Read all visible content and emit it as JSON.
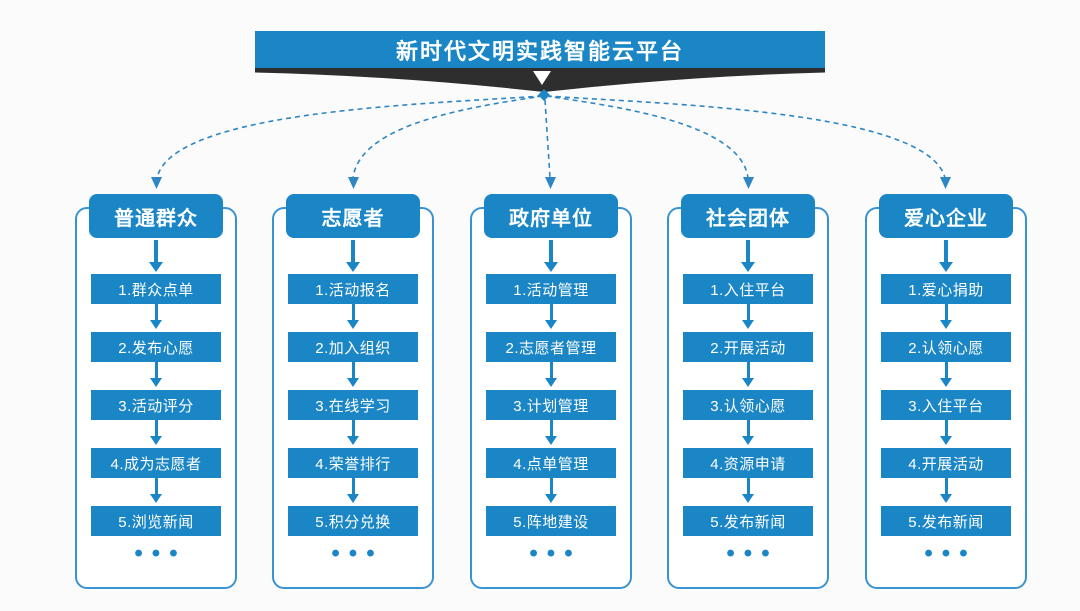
{
  "platform": {
    "title": "新时代文明实践智能云平台"
  },
  "colors": {
    "primary_blue": "#1B86C6",
    "outline_blue": "#3A93D1",
    "connector_blue": "#2E86C4",
    "ribbon_dark": "#2E2E2E",
    "text_white": "#FFFFFF"
  },
  "columns": [
    {
      "title": "普通群众",
      "items": [
        "1.群众点单",
        "2.发布心愿",
        "3.活动评分",
        "4.成为志愿者",
        "5.浏览新闻"
      ],
      "ellipsis": "•••"
    },
    {
      "title": "志愿者",
      "items": [
        "1.活动报名",
        "2.加入组织",
        "3.在线学习",
        "4.荣誉排行",
        "5.积分兑换"
      ],
      "ellipsis": "•••"
    },
    {
      "title": "政府单位",
      "items": [
        "1.活动管理",
        "2.志愿者管理",
        "3.计划管理",
        "4.点单管理",
        "5.阵地建设"
      ],
      "ellipsis": "•••"
    },
    {
      "title": "社会团体",
      "items": [
        "1.入住平台",
        "2.开展活动",
        "3.认领心愿",
        "4.资源申请",
        "5.发布新闻"
      ],
      "ellipsis": "•••"
    },
    {
      "title": "爱心企业",
      "items": [
        "1.爱心捐助",
        "2.认领心愿",
        "3.入住平台",
        "4.开展活动",
        "5.发布新闻"
      ],
      "ellipsis": "•••"
    }
  ]
}
